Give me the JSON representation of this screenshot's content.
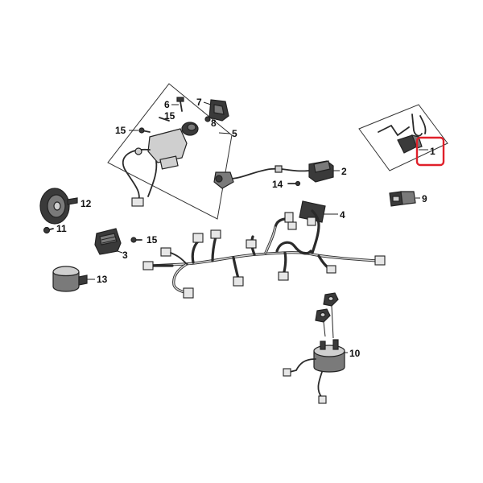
{
  "diagram": {
    "callouts": {
      "c1": "1",
      "c2": "2",
      "c3": "3",
      "c4": "4",
      "c5": "5",
      "c6": "6",
      "c7": "7",
      "c8": "8",
      "c9": "9",
      "c10": "10",
      "c11": "11",
      "c12": "12",
      "c13": "13",
      "c14": "14",
      "c15a": "15",
      "c15b": "15",
      "c15c": "15"
    },
    "highlight_color": "#e0202a"
  }
}
